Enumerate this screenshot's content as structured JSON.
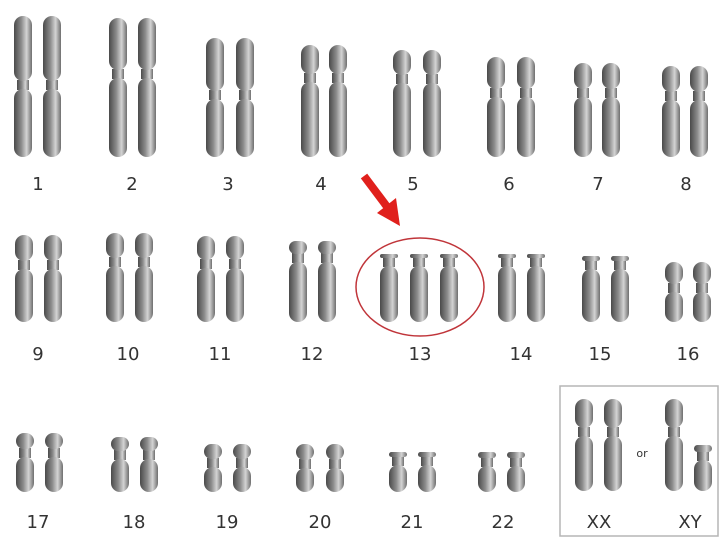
{
  "chromosomes": [
    {
      "label": "1"
    },
    {
      "label": "2"
    },
    {
      "label": "3"
    },
    {
      "label": "4"
    },
    {
      "label": "5"
    },
    {
      "label": "6"
    },
    {
      "label": "7"
    },
    {
      "label": "8"
    },
    {
      "label": "9"
    },
    {
      "label": "10"
    },
    {
      "label": "11"
    },
    {
      "label": "12"
    },
    {
      "label": "13",
      "copies": 3
    },
    {
      "label": "14"
    },
    {
      "label": "15"
    },
    {
      "label": "16"
    },
    {
      "label": "17"
    },
    {
      "label": "18"
    },
    {
      "label": "19"
    },
    {
      "label": "20"
    },
    {
      "label": "21"
    },
    {
      "label": "22"
    }
  ],
  "sex_chromosomes": {
    "xx_label": "XX",
    "or_label": "or",
    "xy_label": "XY"
  },
  "colors": {
    "chromosome_dark": "#4a4a4a",
    "chromosome_light": "#d4d4d4",
    "highlight": "#c0353a",
    "arrow": "#e0201c",
    "label": "#333333",
    "box_border": "#b5b5b5"
  }
}
